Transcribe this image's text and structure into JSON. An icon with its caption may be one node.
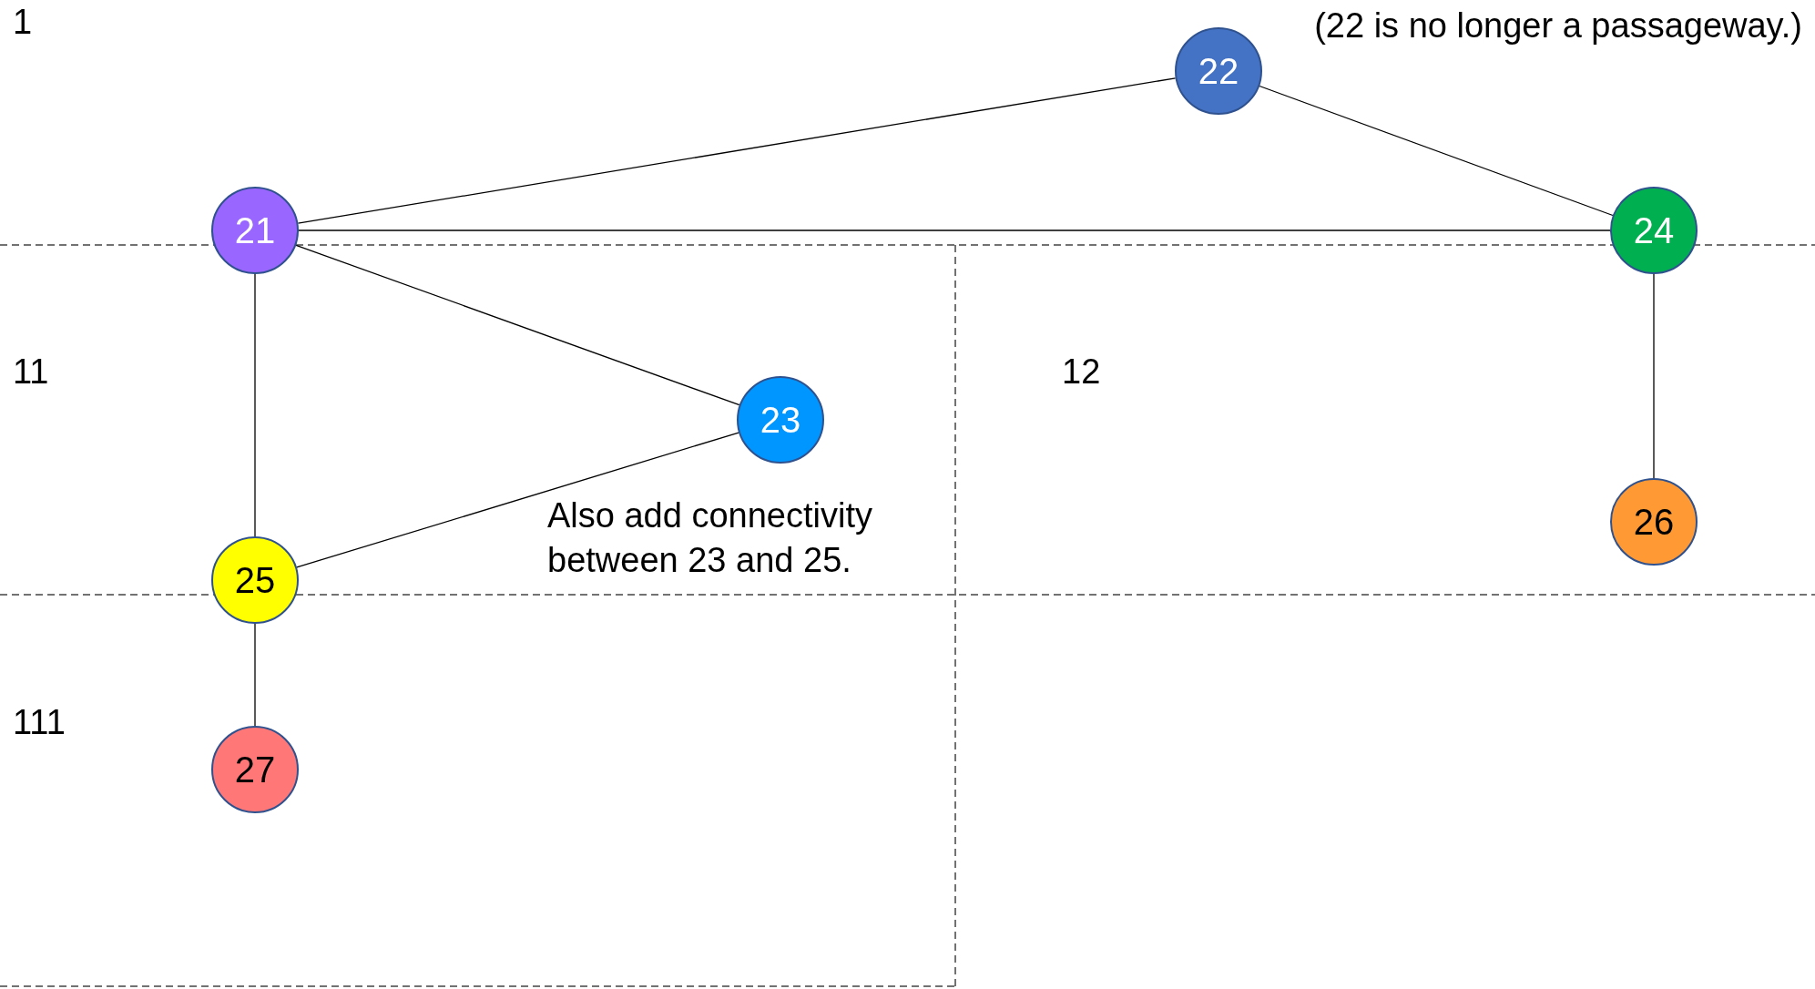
{
  "diagram": {
    "nodes": [
      {
        "text": [
          "22"
        ]
      },
      {
        "text": [
          "21"
        ]
      },
      {
        "text": [
          "24"
        ]
      },
      {
        "text": [
          "23"
        ]
      },
      {
        "text": [
          "25"
        ]
      },
      {
        "text": [
          "26"
        ]
      },
      {
        "text": [
          "27"
        ]
      }
    ],
    "edges": [
      {
        "from": 1,
        "to": 0,
        "arrow": "none"
      },
      {
        "from": 0,
        "to": 2,
        "arrow": "none"
      },
      {
        "from": 1,
        "to": 2,
        "arrow": "none"
      },
      {
        "from": 1,
        "to": 3,
        "arrow": "none"
      },
      {
        "from": 1,
        "to": 4,
        "arrow": "none"
      },
      {
        "from": 3,
        "to": 4,
        "arrow": "none"
      },
      {
        "from": 2,
        "to": 5,
        "arrow": "none"
      },
      {
        "from": 4,
        "to": 6,
        "arrow": "none"
      }
    ],
    "labels": [
      "1",
      "(22 is no longer a passageway.)",
      "11",
      "12",
      "Also add connectivity between 23 and 25.",
      "111"
    ]
  }
}
